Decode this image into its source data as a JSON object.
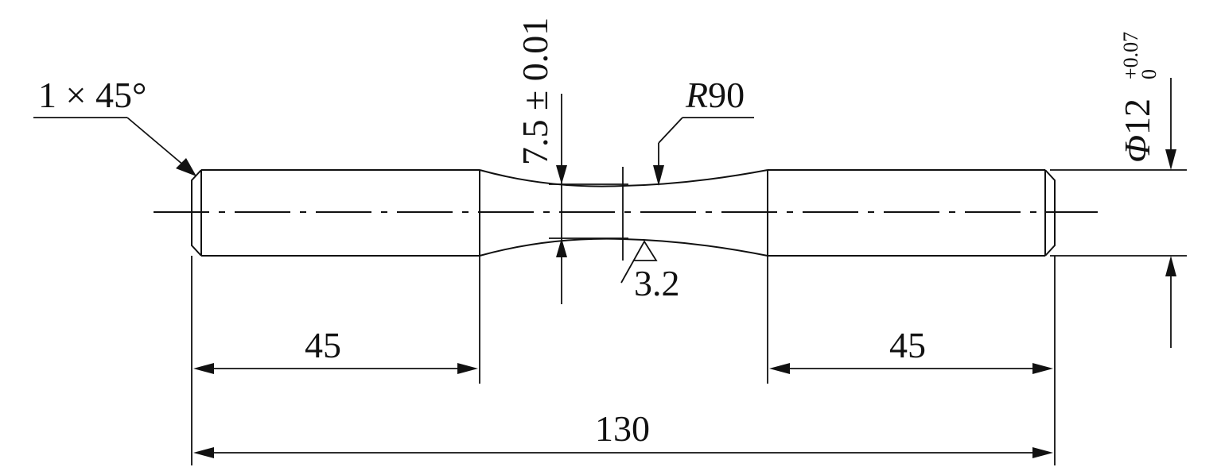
{
  "drawing": {
    "chamfer_label": "1 × 45°",
    "neck_dimension_label": "7.5 ± 0.01",
    "radius_label": {
      "prefix": "R",
      "value": "90"
    },
    "roughness_label": "3.2",
    "diameter_label": {
      "symbol": "Φ",
      "value": "12",
      "upper": "+0.07",
      "lower": "0"
    },
    "left_length_label": "45",
    "right_length_label": "45",
    "total_length_label": "130"
  }
}
